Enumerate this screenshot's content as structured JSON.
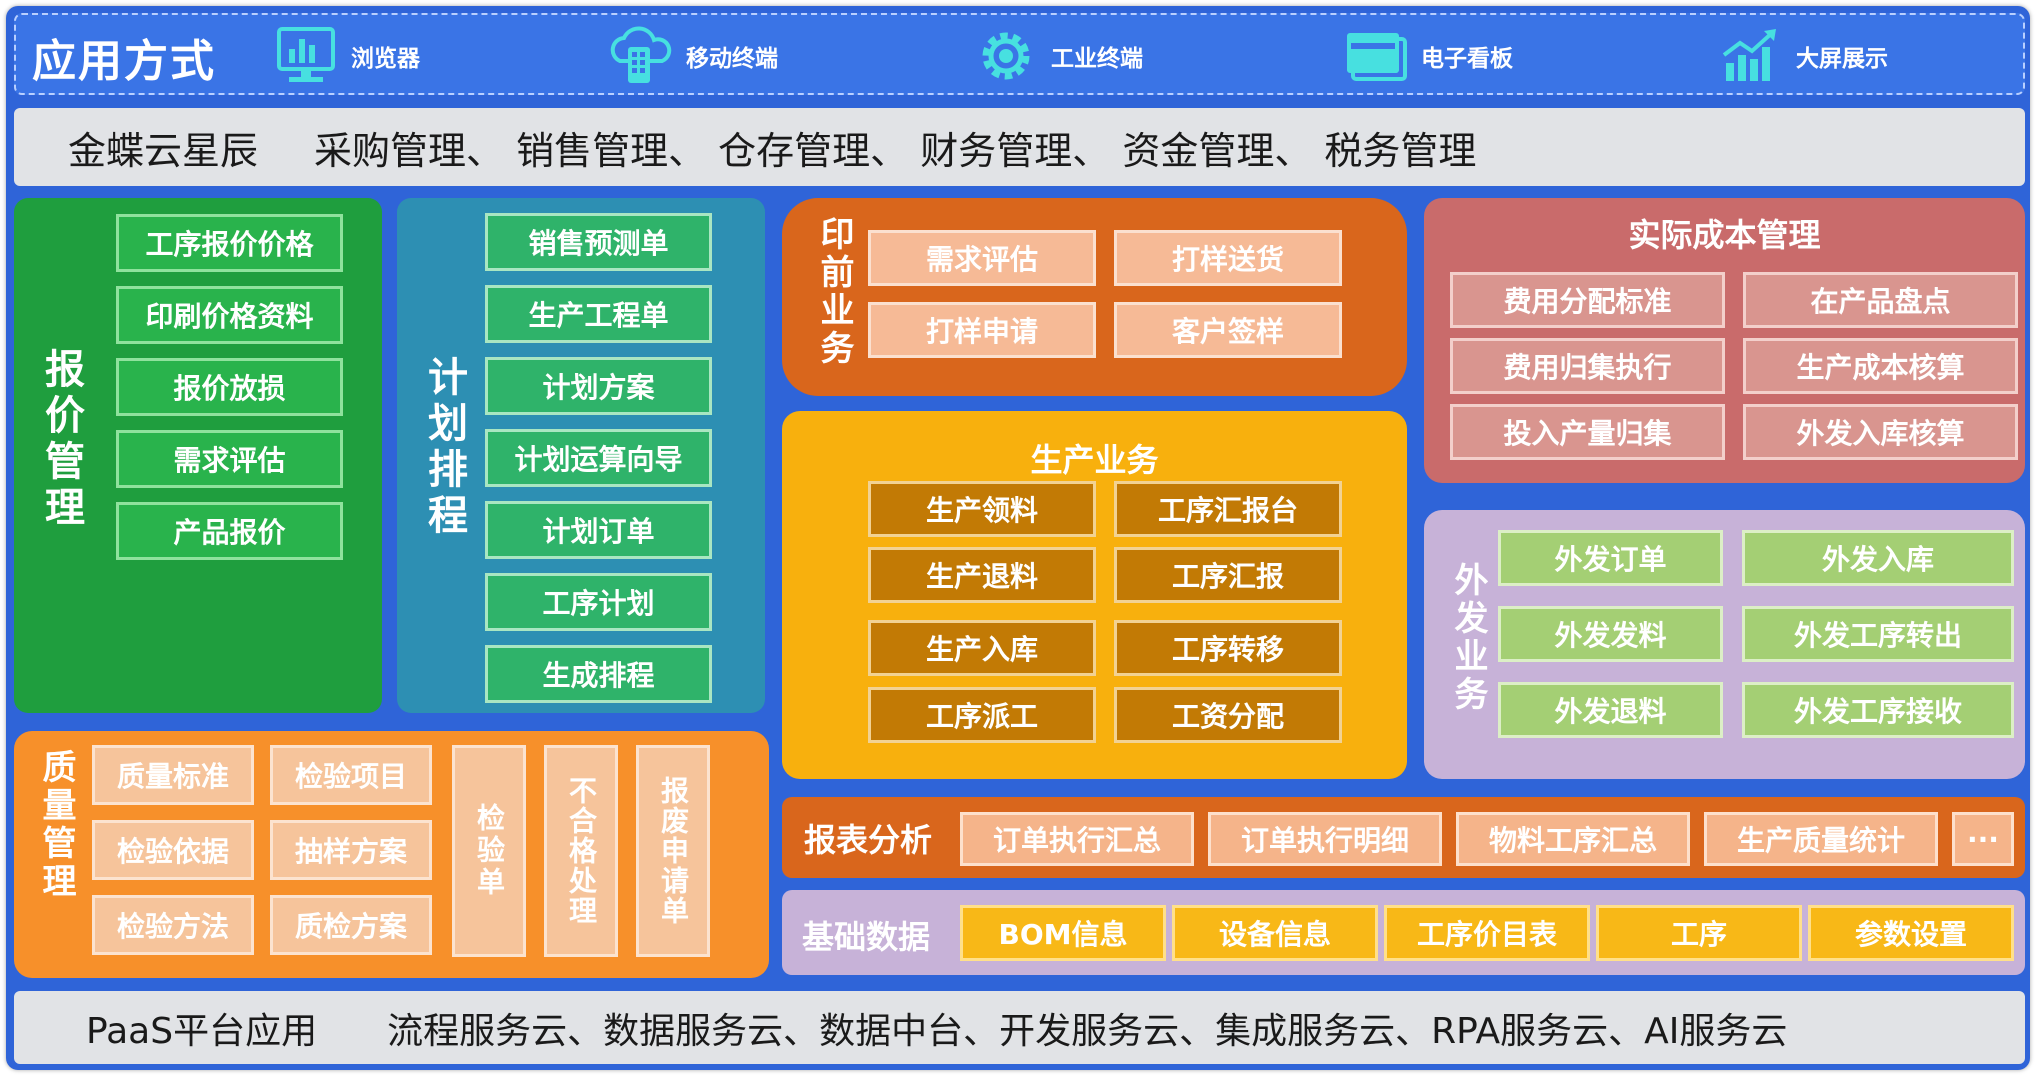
{
  "header": {
    "title": "应用方式",
    "items": [
      {
        "label": "浏览器",
        "icon": "monitor-icon"
      },
      {
        "label": "移动终端",
        "icon": "cloud-phone-icon"
      },
      {
        "label": "工业终端",
        "icon": "gear-icon"
      },
      {
        "label": "电子看板",
        "icon": "kanban-board-icon"
      },
      {
        "label": "大屏展示",
        "icon": "growth-chart-icon"
      }
    ]
  },
  "kingdee": {
    "brand": "金蝶云星辰",
    "modules": "采购管理、 销售管理、 仓存管理、 财务管理、 资金管理、 税务管理"
  },
  "quote": {
    "title": "报价管理",
    "items": [
      "工序报价价格",
      "印刷价格资料",
      "报价放损",
      "需求评估",
      "产品报价"
    ]
  },
  "plan": {
    "title": "计划排程",
    "items": [
      "销售预测单",
      "生产工程单",
      "计划方案",
      "计划运算向导",
      "计划订单",
      "工序计划",
      "生成排程"
    ]
  },
  "prepress": {
    "title": "印前业务",
    "items": [
      "需求评估",
      "打样送货",
      "打样申请",
      "客户签样"
    ]
  },
  "production": {
    "title": "生产业务",
    "items": [
      "生产领料",
      "工序汇报台",
      "生产退料",
      "工序汇报",
      "生产入库",
      "工序转移",
      "工序派工",
      "工资分配"
    ]
  },
  "cost": {
    "title": "实际成本管理",
    "items": [
      "费用分配标准",
      "在产品盘点",
      "费用归集执行",
      "生产成本核算",
      "投入产量归集",
      "外发入库核算"
    ]
  },
  "outsource": {
    "title": "外发业务",
    "items": [
      "外发订单",
      "外发入库",
      "外发发料",
      "外发工序转出",
      "外发退料",
      "外发工序接收"
    ]
  },
  "quality": {
    "title": "质量管理",
    "items": [
      "质量标准",
      "检验项目",
      "检验依据",
      "抽样方案",
      "检验方法",
      "质检方案"
    ],
    "vitems": [
      "检验单",
      "不合格处理",
      "报废申请单"
    ]
  },
  "report": {
    "title": "报表分析",
    "items": [
      "订单执行汇总",
      "订单执行明细",
      "物料工序汇总",
      "生产质量统计",
      "···"
    ]
  },
  "basedata": {
    "title": "基础数据",
    "items": [
      "BOM信息",
      "设备信息",
      "工序价目表",
      "工序",
      "参数设置"
    ]
  },
  "paas": {
    "brand": "PaaS平台应用",
    "services": "流程服务云、数据服务云、数据中台、开发服务云、集成服务云、RPA服务云、AI服务云"
  },
  "colors": {
    "frame": "#2f64d8",
    "quote": "#1f9e3e",
    "plan": "#2d8fb3",
    "prepress": "#d9661c",
    "production": "#f8b00d",
    "cost": "#c96b6b",
    "outsource": "#c7b2d8",
    "quality": "#f7902a",
    "report": "#d9661c",
    "basedata": "#c7b2d8"
  }
}
